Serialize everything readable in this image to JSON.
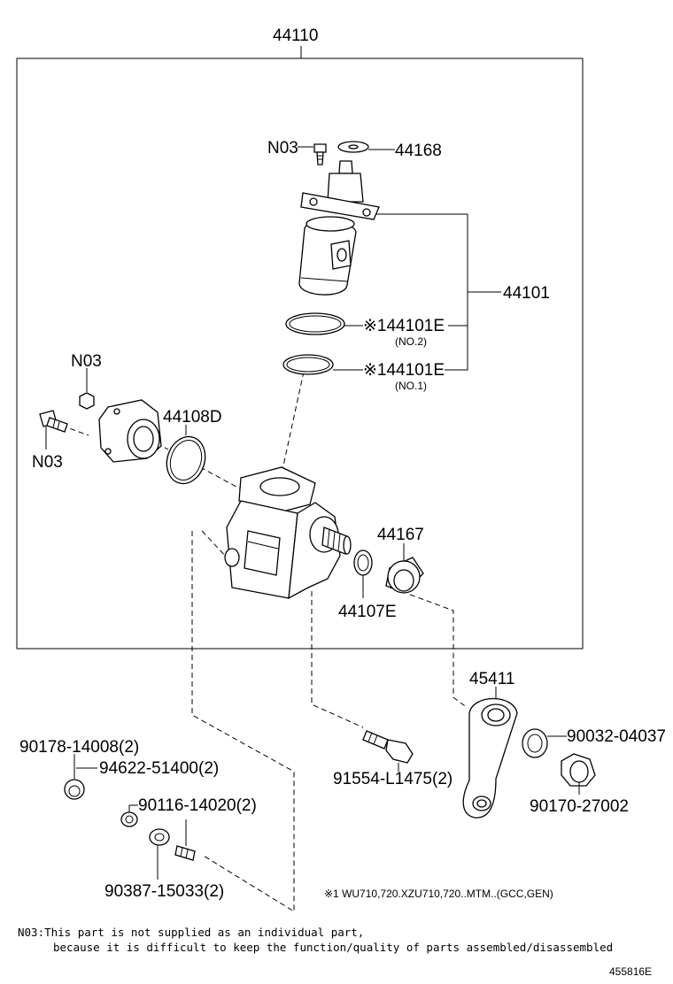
{
  "assembly": {
    "label": "44110"
  },
  "parts": {
    "n03_top": "N03",
    "washer_44168": "44168",
    "valve_44101": "44101",
    "oring_no2": {
      "code": "※144101E",
      "sub": "(NO.2)"
    },
    "oring_no1": {
      "code": "※144101E",
      "sub": "(NO.1)"
    },
    "n03_nut": "N03",
    "n03_bolt": "N03",
    "cover_44108D": "44108D",
    "seal_44167": "44167",
    "seal_44107E": "44107E",
    "arm_45411": "45411",
    "bolt_91554": "91554-L1475(2)",
    "nut_90178": "90178-14008(2)",
    "washer_94622": "94622-51400(2)",
    "washer_90116": "90116-14020(2)",
    "washer_90387": "90387-15033(2)",
    "seal_90032": "90032-04037",
    "nut_90170": "90170-27002"
  },
  "notes": {
    "applicability": "※1 WU710,720.XZU710,720..MTM..(GCC,GEN)",
    "n03_line1": "N03:This part is not supplied as an individual part,",
    "n03_line2": "because it is difficult to keep the function/quality of parts assembled/disassembled",
    "figure_id": "455816E"
  }
}
